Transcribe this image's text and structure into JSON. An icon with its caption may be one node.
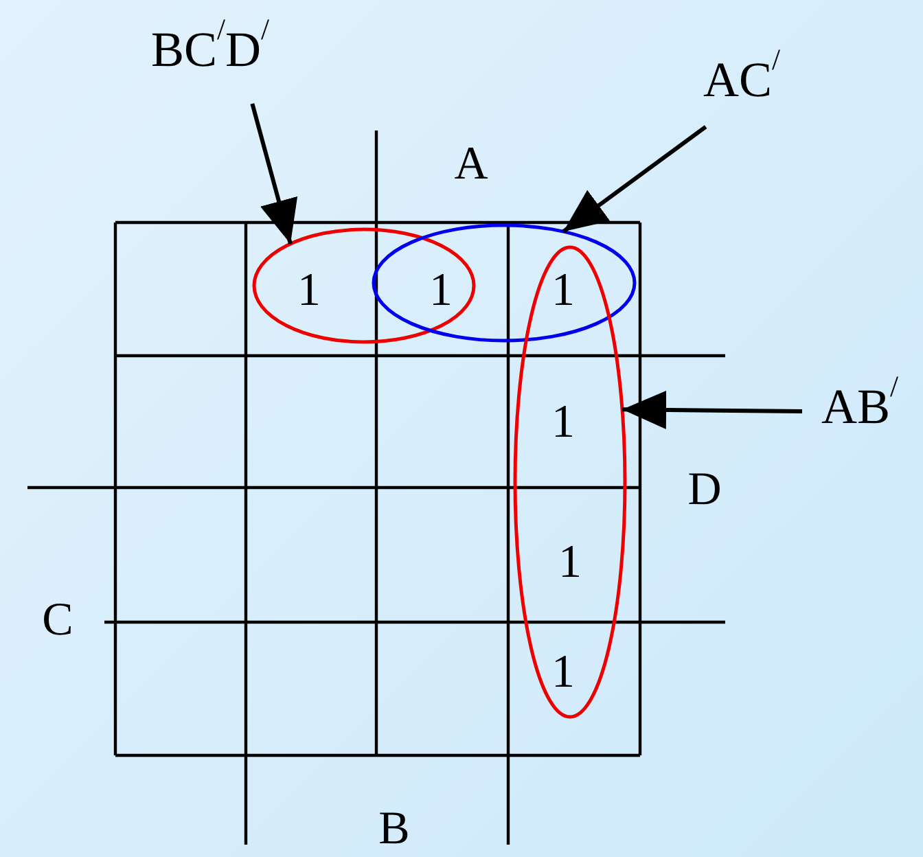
{
  "diagram": {
    "nodes": [
      {
        "text": [
          "BC$^{/}$D$^{/}$"
        ]
      },
      {
        "text": [
          "AC$^{/}$"
        ]
      },
      {
        "text": [
          "AB$^{/}$"
        ]
      },
      {
        "text": [],
        "shape": "ellipse"
      },
      {
        "text": [],
        "shape": "ellipse"
      },
      {
        "text": [],
        "shape": "ellipse"
      }
    ],
    "edges": [
      {
        "from": 0,
        "to": 3,
        "arrow": "to"
      },
      {
        "from": 1,
        "to": 4,
        "arrow": "to"
      },
      {
        "from": 2,
        "to": 5,
        "arrow": "to"
      }
    ],
    "labels": [
      "A",
      "1",
      "1",
      "1",
      "1",
      "D",
      "1",
      "C",
      "1",
      "B"
    ]
  }
}
